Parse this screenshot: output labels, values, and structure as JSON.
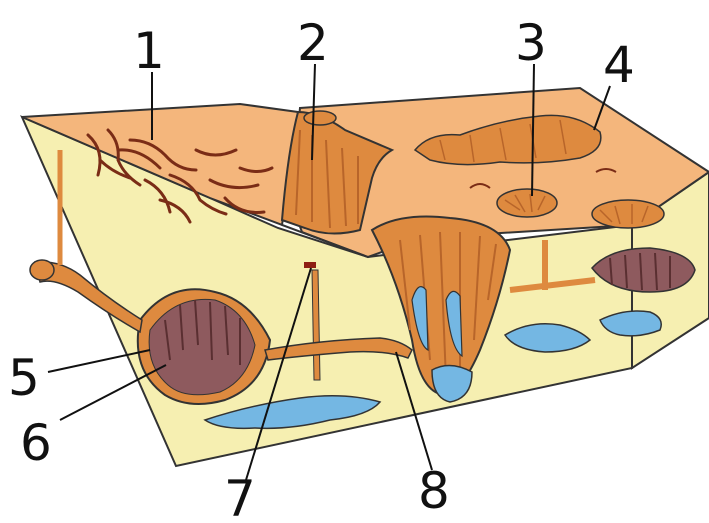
{
  "colors": {
    "top_surface": "#f4b67c",
    "side_face": "#f6efb1",
    "cave_fill": "#de8a3f",
    "cave_dark": "#b8652a",
    "water": "#74b7e3",
    "sinter": "#8e5a5e",
    "crack": "#7a2c16",
    "outline": "#333333"
  },
  "labels": [
    {
      "id": "1",
      "text": "1"
    },
    {
      "id": "2",
      "text": "2"
    },
    {
      "id": "3",
      "text": "3"
    },
    {
      "id": "4",
      "text": "4"
    },
    {
      "id": "5",
      "text": "5"
    },
    {
      "id": "6",
      "text": "6"
    },
    {
      "id": "7",
      "text": "7"
    },
    {
      "id": "8",
      "text": "8"
    }
  ]
}
